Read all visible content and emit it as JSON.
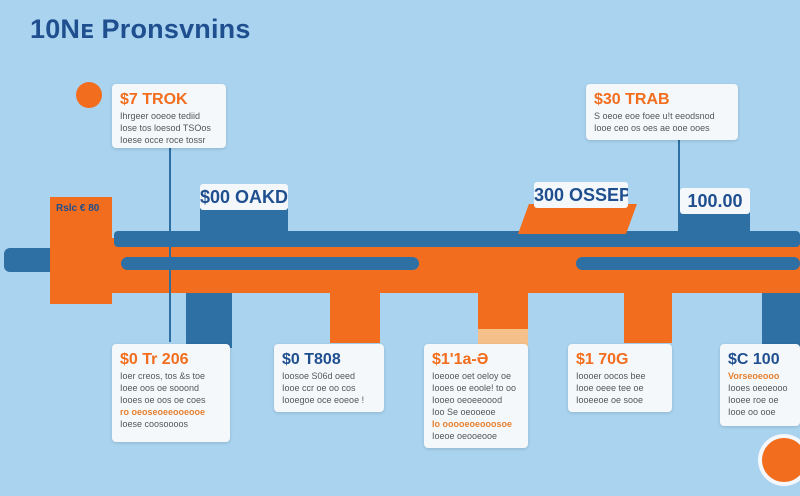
{
  "title": "10Nᴇ Pronsvnins",
  "left_label": "Rslc € 80",
  "signs": [
    "$00 OAKD",
    "300 OSSEP",
    "100.00"
  ],
  "top_cards": [
    {
      "heading": "$7 TROK",
      "lines": [
        "Ihrgeer ooeoe tediid",
        "Iose tos loesod TSOos",
        "Ioese occe roce tossr"
      ]
    },
    {
      "heading": "$30 TRAB",
      "lines": [
        "S oeoe eoe foee u!t eeodsnod",
        "Iooe ceo os oes ae ooe ooes"
      ]
    }
  ],
  "bottom_cards": [
    {
      "heading": "$0 Tr 206",
      "lines": [
        "Ioer creos, tos &s toe",
        "Ioee oos oe sooond",
        "Iooes oe oos oe coes"
      ],
      "accent": "ro oeoseoeeooeooe",
      "foot": "Ioese coosoooos"
    },
    {
      "heading": "$0 T808",
      "lines": [
        "Ioosoe S06d oeed",
        "Iooe ccr oe oo cos",
        "Iooegoe oce eoeoe !"
      ]
    },
    {
      "heading": "$1'1a-Ə",
      "lines": [
        "Ioeooe oet oeloy oe",
        "Iooes oe eoole! to oo",
        "Iooeo oeoeeoood",
        "Ioo Se oeooeoe"
      ],
      "accent": "Io ooooeoeooosoe",
      "foot": "Ioeoe oeooeooe"
    },
    {
      "heading": "$1 70G",
      "lines": [
        "Ioooer oocos bee",
        "Iooe oeee tee oe",
        "Iooeeoe oe sooe"
      ]
    },
    {
      "heading": "$C 100",
      "accent": "Vorseoeooo",
      "lines": [
        "Iooes oeoeooo",
        "Iooee roe oe",
        "Iooe oo ooe"
      ]
    }
  ],
  "colors": {
    "background": "#a9d3ef",
    "orange": "#f26d1d",
    "blue": "#2e6fa4",
    "navy": "#1f4f8f",
    "card": "#f4f8fb"
  }
}
